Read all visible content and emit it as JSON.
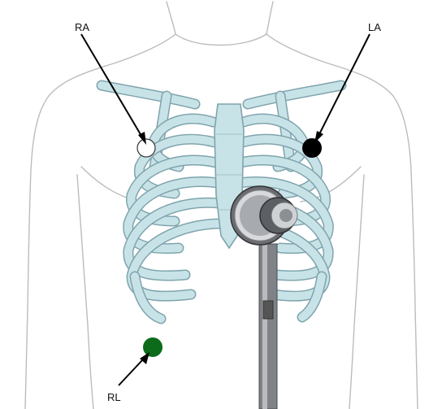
{
  "diagram": {
    "labels": {
      "ra": "RA",
      "la": "LA",
      "rl": "RL"
    },
    "electrodes": {
      "ra": {
        "label": "RA",
        "color": "#ffffff"
      },
      "la": {
        "label": "LA",
        "color": "#000000"
      },
      "rl": {
        "label": "RL",
        "color": "#0b6b1a"
      }
    },
    "icons": [
      "torso-outline",
      "rib-cage-illustration",
      "stethoscope-icon"
    ],
    "colors": {
      "bone": "#c8e3e8",
      "bone_edge": "#7fa4ad",
      "body_outline": "#b9bcc0",
      "stethoscope_metal": "#8a8d91"
    }
  }
}
